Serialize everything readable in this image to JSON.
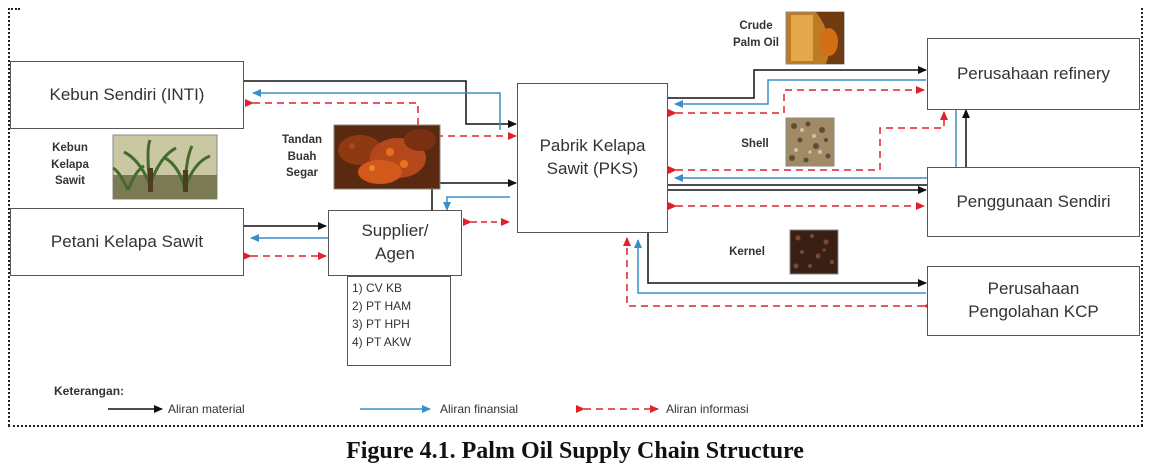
{
  "nodes": {
    "kebun_sendiri": "Kebun Sendiri (INTI)",
    "petani": "Petani Kelapa Sawit",
    "supplier": "Supplier/\nAgen",
    "pks": "Pabrik Kelapa\nSawit (PKS)",
    "refinery": "Perusahaan refinery",
    "penggunaan": "Penggunaan Sendiri",
    "kcp": "Perusahaan\nPengolahan KCP"
  },
  "agents": [
    "1) CV KB",
    "2) PT HAM",
    "3) PT HPH",
    "4) PT AKW"
  ],
  "image_labels": {
    "cpo": "Crude\nPalm Oil",
    "kebun_kelapa": "Kebun\nKelapa\nSawit",
    "tbs": "Tandan\nBuah\nSegar",
    "shell": "Shell",
    "kernel": "Kernel"
  },
  "legend": {
    "title": "Keterangan:",
    "material": "Aliran material",
    "finansial": "Aliran finansial",
    "informasi": "Aliran informasi"
  },
  "colors": {
    "material": "#111111",
    "finansial": "#3a8fc9",
    "informasi": "#e0212b"
  },
  "caption": "Figure 4.1. Palm Oil Supply Chain Structure"
}
